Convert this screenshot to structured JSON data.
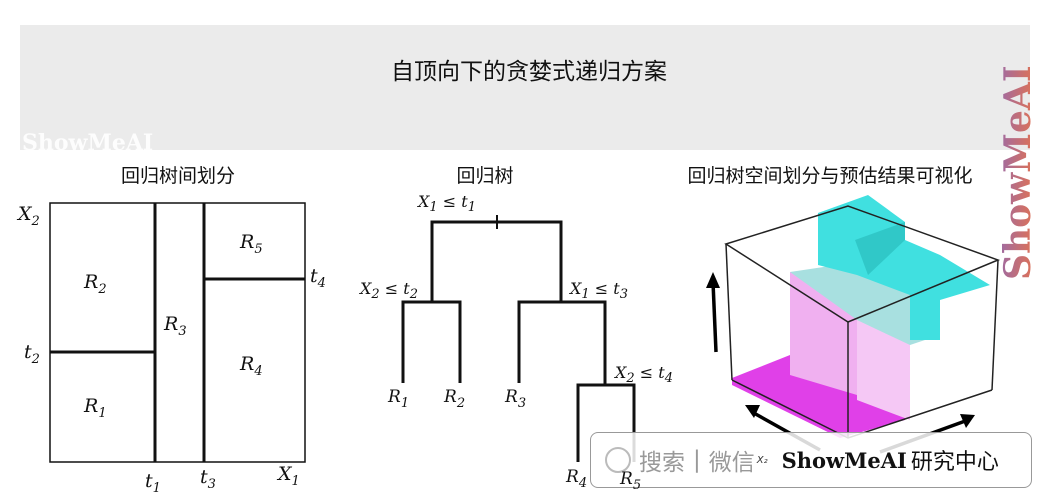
{
  "banner": {
    "title": "自顶向下的贪婪式递归方案",
    "watermark": "ShowMeAI",
    "side_watermark": "ShowMeAI"
  },
  "panels": {
    "left_title": "回归树间划分",
    "middle_title": "回归树",
    "right_title": "回归树空间划分与预估结果可视化"
  },
  "partition": {
    "X2": {
      "v": "X",
      "s": "2"
    },
    "X1": {
      "v": "X",
      "s": "1"
    },
    "t1": {
      "v": "t",
      "s": "1"
    },
    "t2": {
      "v": "t",
      "s": "2"
    },
    "t3": {
      "v": "t",
      "s": "3"
    },
    "t4": {
      "v": "t",
      "s": "4"
    },
    "R1": {
      "v": "R",
      "s": "1"
    },
    "R2": {
      "v": "R",
      "s": "2"
    },
    "R3": {
      "v": "R",
      "s": "3"
    },
    "R4": {
      "v": "R",
      "s": "4"
    },
    "R5": {
      "v": "R",
      "s": "5"
    }
  },
  "tree": {
    "root": {
      "v": "X",
      "s": "1",
      "op": " ≤ ",
      "t": "t",
      "ts": "1"
    },
    "left": {
      "v": "X",
      "s": "2",
      "op": " ≤ ",
      "t": "t",
      "ts": "2"
    },
    "right": {
      "v": "X",
      "s": "1",
      "op": " ≤ ",
      "t": "t",
      "ts": "3"
    },
    "rr": {
      "v": "X",
      "s": "2",
      "op": " ≤ ",
      "t": "t",
      "ts": "4"
    },
    "leaves": [
      {
        "v": "R",
        "s": "1"
      },
      {
        "v": "R",
        "s": "2"
      },
      {
        "v": "R",
        "s": "3"
      },
      {
        "v": "R",
        "s": "4"
      },
      {
        "v": "R",
        "s": "5"
      }
    ]
  },
  "plot3d": {
    "axis_label": "X₂",
    "colors": {
      "low": "#e040e8",
      "mid": "#f0b0f0",
      "high": "#40e0e0"
    }
  },
  "badge": {
    "search": "搜索",
    "sep": "|",
    "wechat": "微信",
    "brand": "ShowMeAI",
    "suffix": "研究中心"
  }
}
